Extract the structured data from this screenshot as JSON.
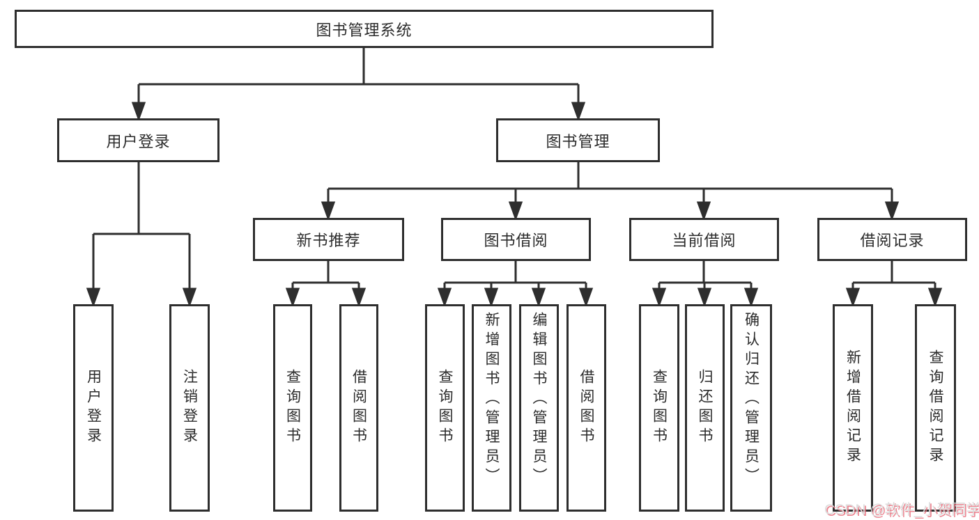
{
  "diagram": {
    "title_note": "functional structure tree",
    "root": {
      "label": "图书管理系统"
    },
    "branches": [
      {
        "label": "用户登录",
        "children": [
          {
            "label": "用户登录"
          },
          {
            "label": "注销登录"
          }
        ]
      },
      {
        "label": "图书管理",
        "children": [
          {
            "label": "新书推荐",
            "children": [
              {
                "label": "查询图书"
              },
              {
                "label": "借阅图书"
              }
            ]
          },
          {
            "label": "图书借阅",
            "children": [
              {
                "label": "查询图书"
              },
              {
                "label": "新增图书（管理员）"
              },
              {
                "label": "编辑图书（管理员）"
              },
              {
                "label": "借阅图书"
              }
            ]
          },
          {
            "label": "当前借阅",
            "children": [
              {
                "label": "查询图书"
              },
              {
                "label": "归还图书"
              },
              {
                "label": "确认归还（管理员）"
              }
            ]
          },
          {
            "label": "借阅记录",
            "children": [
              {
                "label": "新增借阅记录"
              },
              {
                "label": "查询借阅记录"
              }
            ]
          }
        ]
      }
    ]
  },
  "watermark": {
    "text": "CSDN @软件_小贺同学"
  },
  "colors": {
    "line": "#2e2e2e",
    "box_border": "#2e2e2e",
    "box_fill": "#ffffff",
    "text": "#2b2b2b",
    "background": "#ffffff",
    "watermark_text": "#dcdcdc",
    "watermark_shadow": "#e96e7d"
  }
}
